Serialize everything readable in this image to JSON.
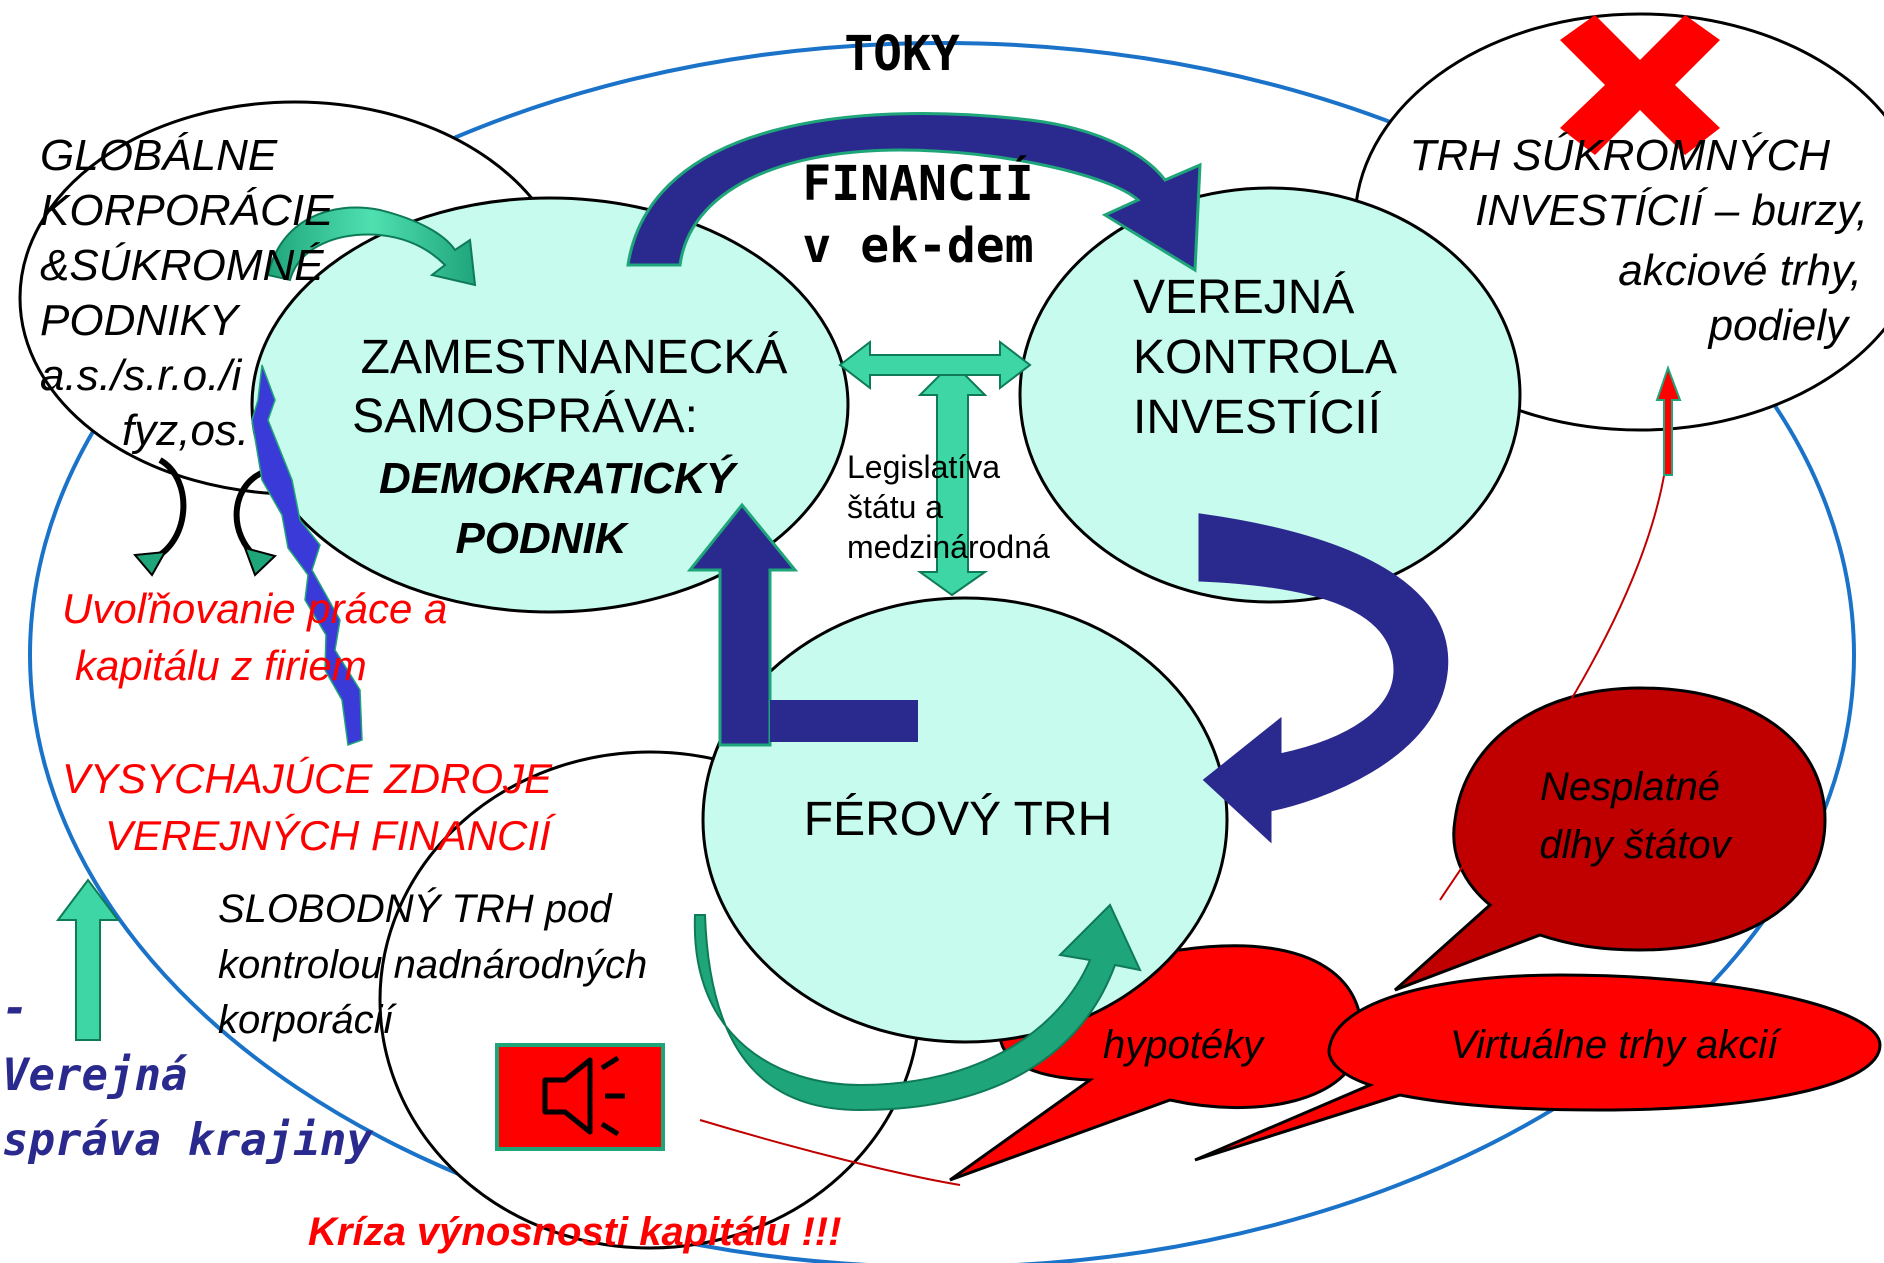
{
  "title": {
    "line1": "TOKY",
    "line2": "FINANCIÍ",
    "line3": "v ek-dem"
  },
  "global": {
    "line1": "GLOBÁLNE",
    "line2": "KORPORÁCIE",
    "line3": "&SÚKROMNÉ",
    "line4": "PODNIKY",
    "line5": "a.s./s.r.o./i",
    "line6": "fyz,os."
  },
  "employee": {
    "line1": "ZAMESTNANECKÁ",
    "line2": "SAMOSPRÁVA:",
    "line3": "DEMOKRATICKÝ",
    "line4": "PODNIK"
  },
  "public_control": {
    "line1": "VEREJNÁ",
    "line2": "KONTROLA",
    "line3": "INVESTÍCIÍ"
  },
  "private_market": {
    "line1": "TRH SÚKROMNÝCH",
    "line2": "INVESTÍCIÍ – burzy,",
    "line3": "akciové trhy,",
    "line4": "podiely"
  },
  "legislation": {
    "line1": "Legislatíva",
    "line2": "štátu a",
    "line3": "medzinárodná"
  },
  "fair_market": "FÉROVÝ TRH",
  "release": {
    "line1": "Uvoľňovanie práce a",
    "line2": "kapitálu z firiem"
  },
  "drying": {
    "line1": "VYSYCHAJÚCE ZDROJE",
    "line2": "VEREJNÝCH FINANCIÍ"
  },
  "free_market": {
    "line1": "SLOBODNÝ TRH pod",
    "line2": "kontrolou nadnárodných",
    "line3": "korporácií"
  },
  "admin": {
    "line1": "-",
    "line2": "Verejná",
    "line3": "správa krajiny"
  },
  "bubbles": {
    "debts_line1": "Nesplatné",
    "debts_line2": "dlhy štátov",
    "mortgages": "hypotéky",
    "virtual": "Virtuálne trhy akcií"
  },
  "crisis": "Kríza výnosnosti kapitálu !!!",
  "icons": {
    "cross": "red-x-icon",
    "speaker": "speaker-icon"
  },
  "colors": {
    "navy": "#2a2a8e",
    "teal": "#2ec090",
    "red": "#ff0000",
    "dark_red": "#c00000",
    "light_cyan": "#c6fbee",
    "blue_outline": "#1a73c8"
  }
}
